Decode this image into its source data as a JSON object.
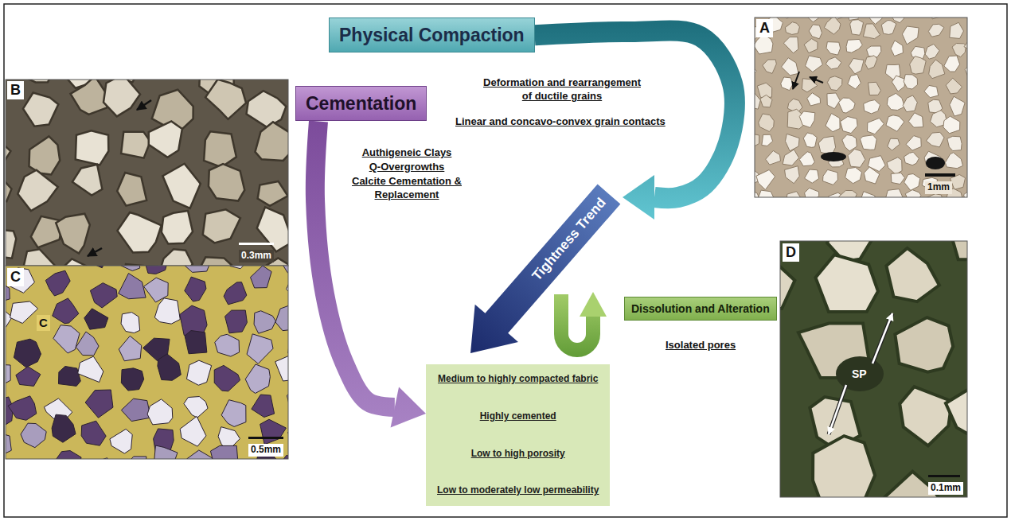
{
  "diagram": {
    "nodes": [
      {
        "text": [
          "Physical Compaction"
        ]
      },
      {
        "text": [
          "Cementation"
        ]
      },
      {
        "text": [
          "Tightness Trend"
        ]
      },
      {
        "text": [
          "Dissolution and Alteration"
        ]
      },
      {
        "text": [
          "Medium to highly compacted fabric",
          "Highly cemented",
          "Low to high porosity",
          "Low to moderately low permeability"
        ]
      }
    ],
    "edges": [
      {
        "from": 0,
        "to": 2,
        "arrow": "to"
      },
      {
        "from": 1,
        "to": 4,
        "arrow": "to"
      }
    ],
    "labels": [
      "Deformation and rearrangement of ductile grains",
      "Linear and concavo-convex grain contacts",
      "Authigeneic Clays",
      "Q-Overgrowths",
      "Calcite Cementation & Replacement",
      "Isolated pores",
      "A",
      "1mm",
      "B",
      "0.3mm",
      "C",
      "C",
      "0.5mm",
      "D",
      "SP",
      "0.1mm"
    ]
  }
}
